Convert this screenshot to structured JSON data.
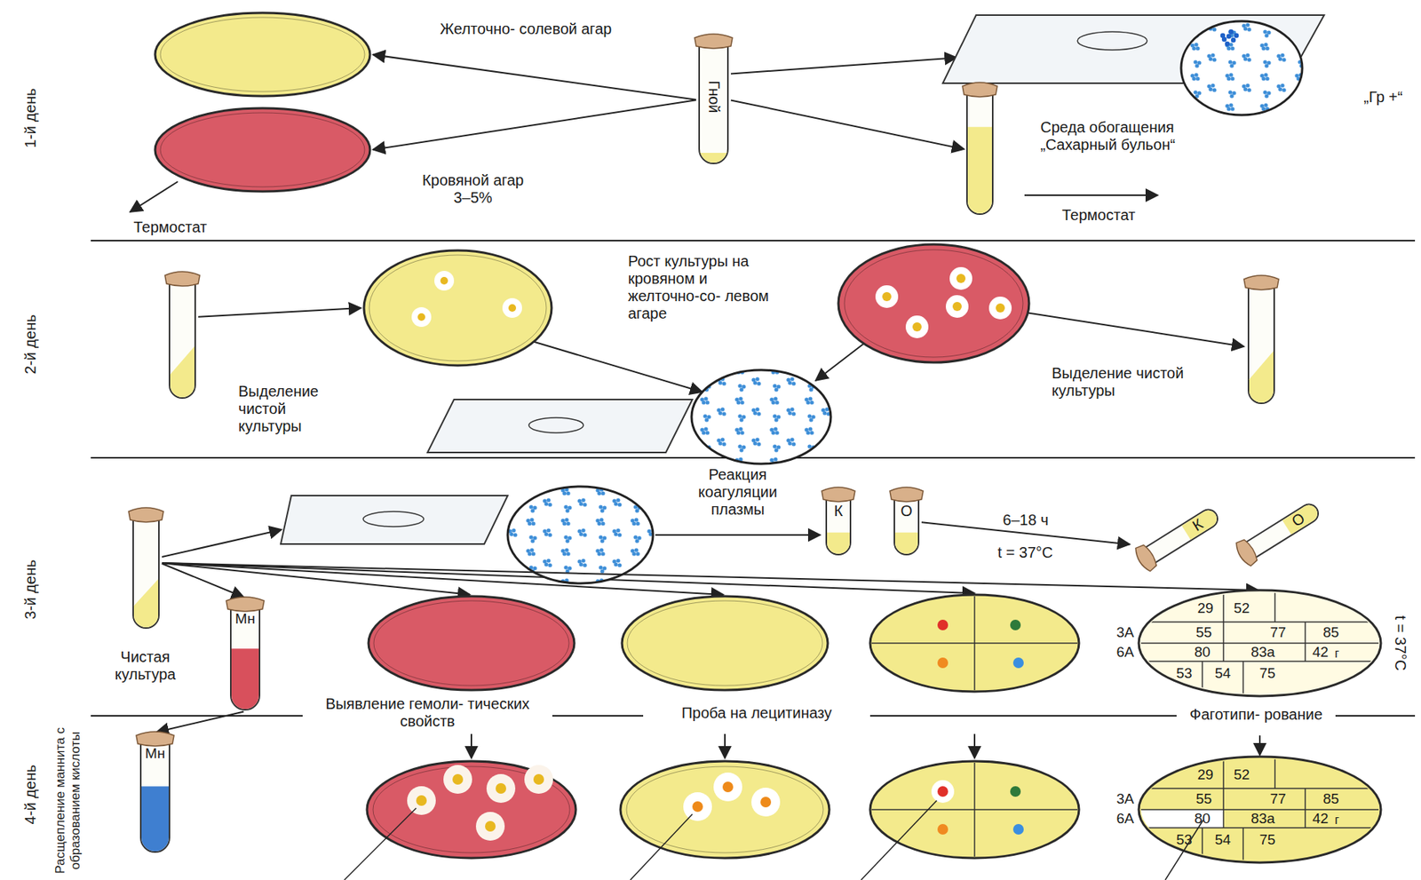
{
  "diagram": {
    "nodes": [
      {
        "text": [
          "Желточно- солевой агар"
        ]
      },
      {
        "text": [
          "Кровяной агар 3–5%"
        ]
      },
      {
        "text": [
          "Гной"
        ]
      },
      {
        "text": [
          "„Гр +“"
        ]
      },
      {
        "text": [
          "Среда обогащения „Сахарный бульон“"
        ]
      },
      {
        "text": [
          "Выделение чистой культуры"
        ]
      },
      {
        "text": [
          "Рост культуры на кровяном и желточно-со- левом агаре"
        ]
      },
      {
        "text": [
          "Выделение чистой культуры"
        ]
      },
      {
        "text": [
          "Чистая культура"
        ]
      },
      {
        "text": [
          "К"
        ]
      },
      {
        "text": [
          "О"
        ]
      },
      {
        "text": [
          "К"
        ]
      },
      {
        "text": [
          "О"
        ]
      },
      {
        "text": [
          "Мн"
        ]
      },
      {
        "text": [
          "Выявление гемоли- тических свойств"
        ]
      },
      {
        "text": [
          "Проба на лецитиназу"
        ]
      },
      {
        "text": [
          "Фаготипи- рование"
        ]
      },
      {
        "text": [
          "Мн"
        ]
      }
    ],
    "edges": [
      {
        "from": 2,
        "to": 0,
        "arrow": "to"
      },
      {
        "from": 2,
        "to": 1,
        "arrow": "to"
      },
      {
        "from": 2,
        "to": 3,
        "arrow": "to"
      },
      {
        "from": 2,
        "to": 4,
        "arrow": "to"
      },
      {
        "from": 5,
        "to": 6,
        "arrow": "to"
      },
      {
        "from": 8,
        "to": 13,
        "arrow": "to"
      },
      {
        "from": 8,
        "to": 14,
        "arrow": "to"
      },
      {
        "from": 8,
        "to": 15,
        "arrow": "to"
      },
      {
        "from": 8,
        "to": 16,
        "arrow": "to"
      },
      {
        "from": 10,
        "to": 11,
        "label": "6–18 ч",
        "arrow": "to"
      },
      {
        "from": 13,
        "to": 17,
        "arrow": "to"
      }
    ],
    "labels": [
      "1-й день",
      "2-й день",
      "3-й день",
      "4-й день",
      "Термостат",
      "Термостат",
      "Реакция коагуляции плазмы",
      "t = 37°C",
      "t = 37°C",
      "Расщепление маннита с образованием кислоты",
      "29",
      "52",
      "3А",
      "55",
      "77",
      "85",
      "6А",
      "80",
      "83а",
      "42",
      "г",
      "53",
      "54",
      "75",
      "29",
      "52",
      "3А",
      "55",
      "77",
      "85",
      "6А",
      "80",
      "83а",
      "42",
      "г",
      "53",
      "54",
      "75"
    ]
  }
}
